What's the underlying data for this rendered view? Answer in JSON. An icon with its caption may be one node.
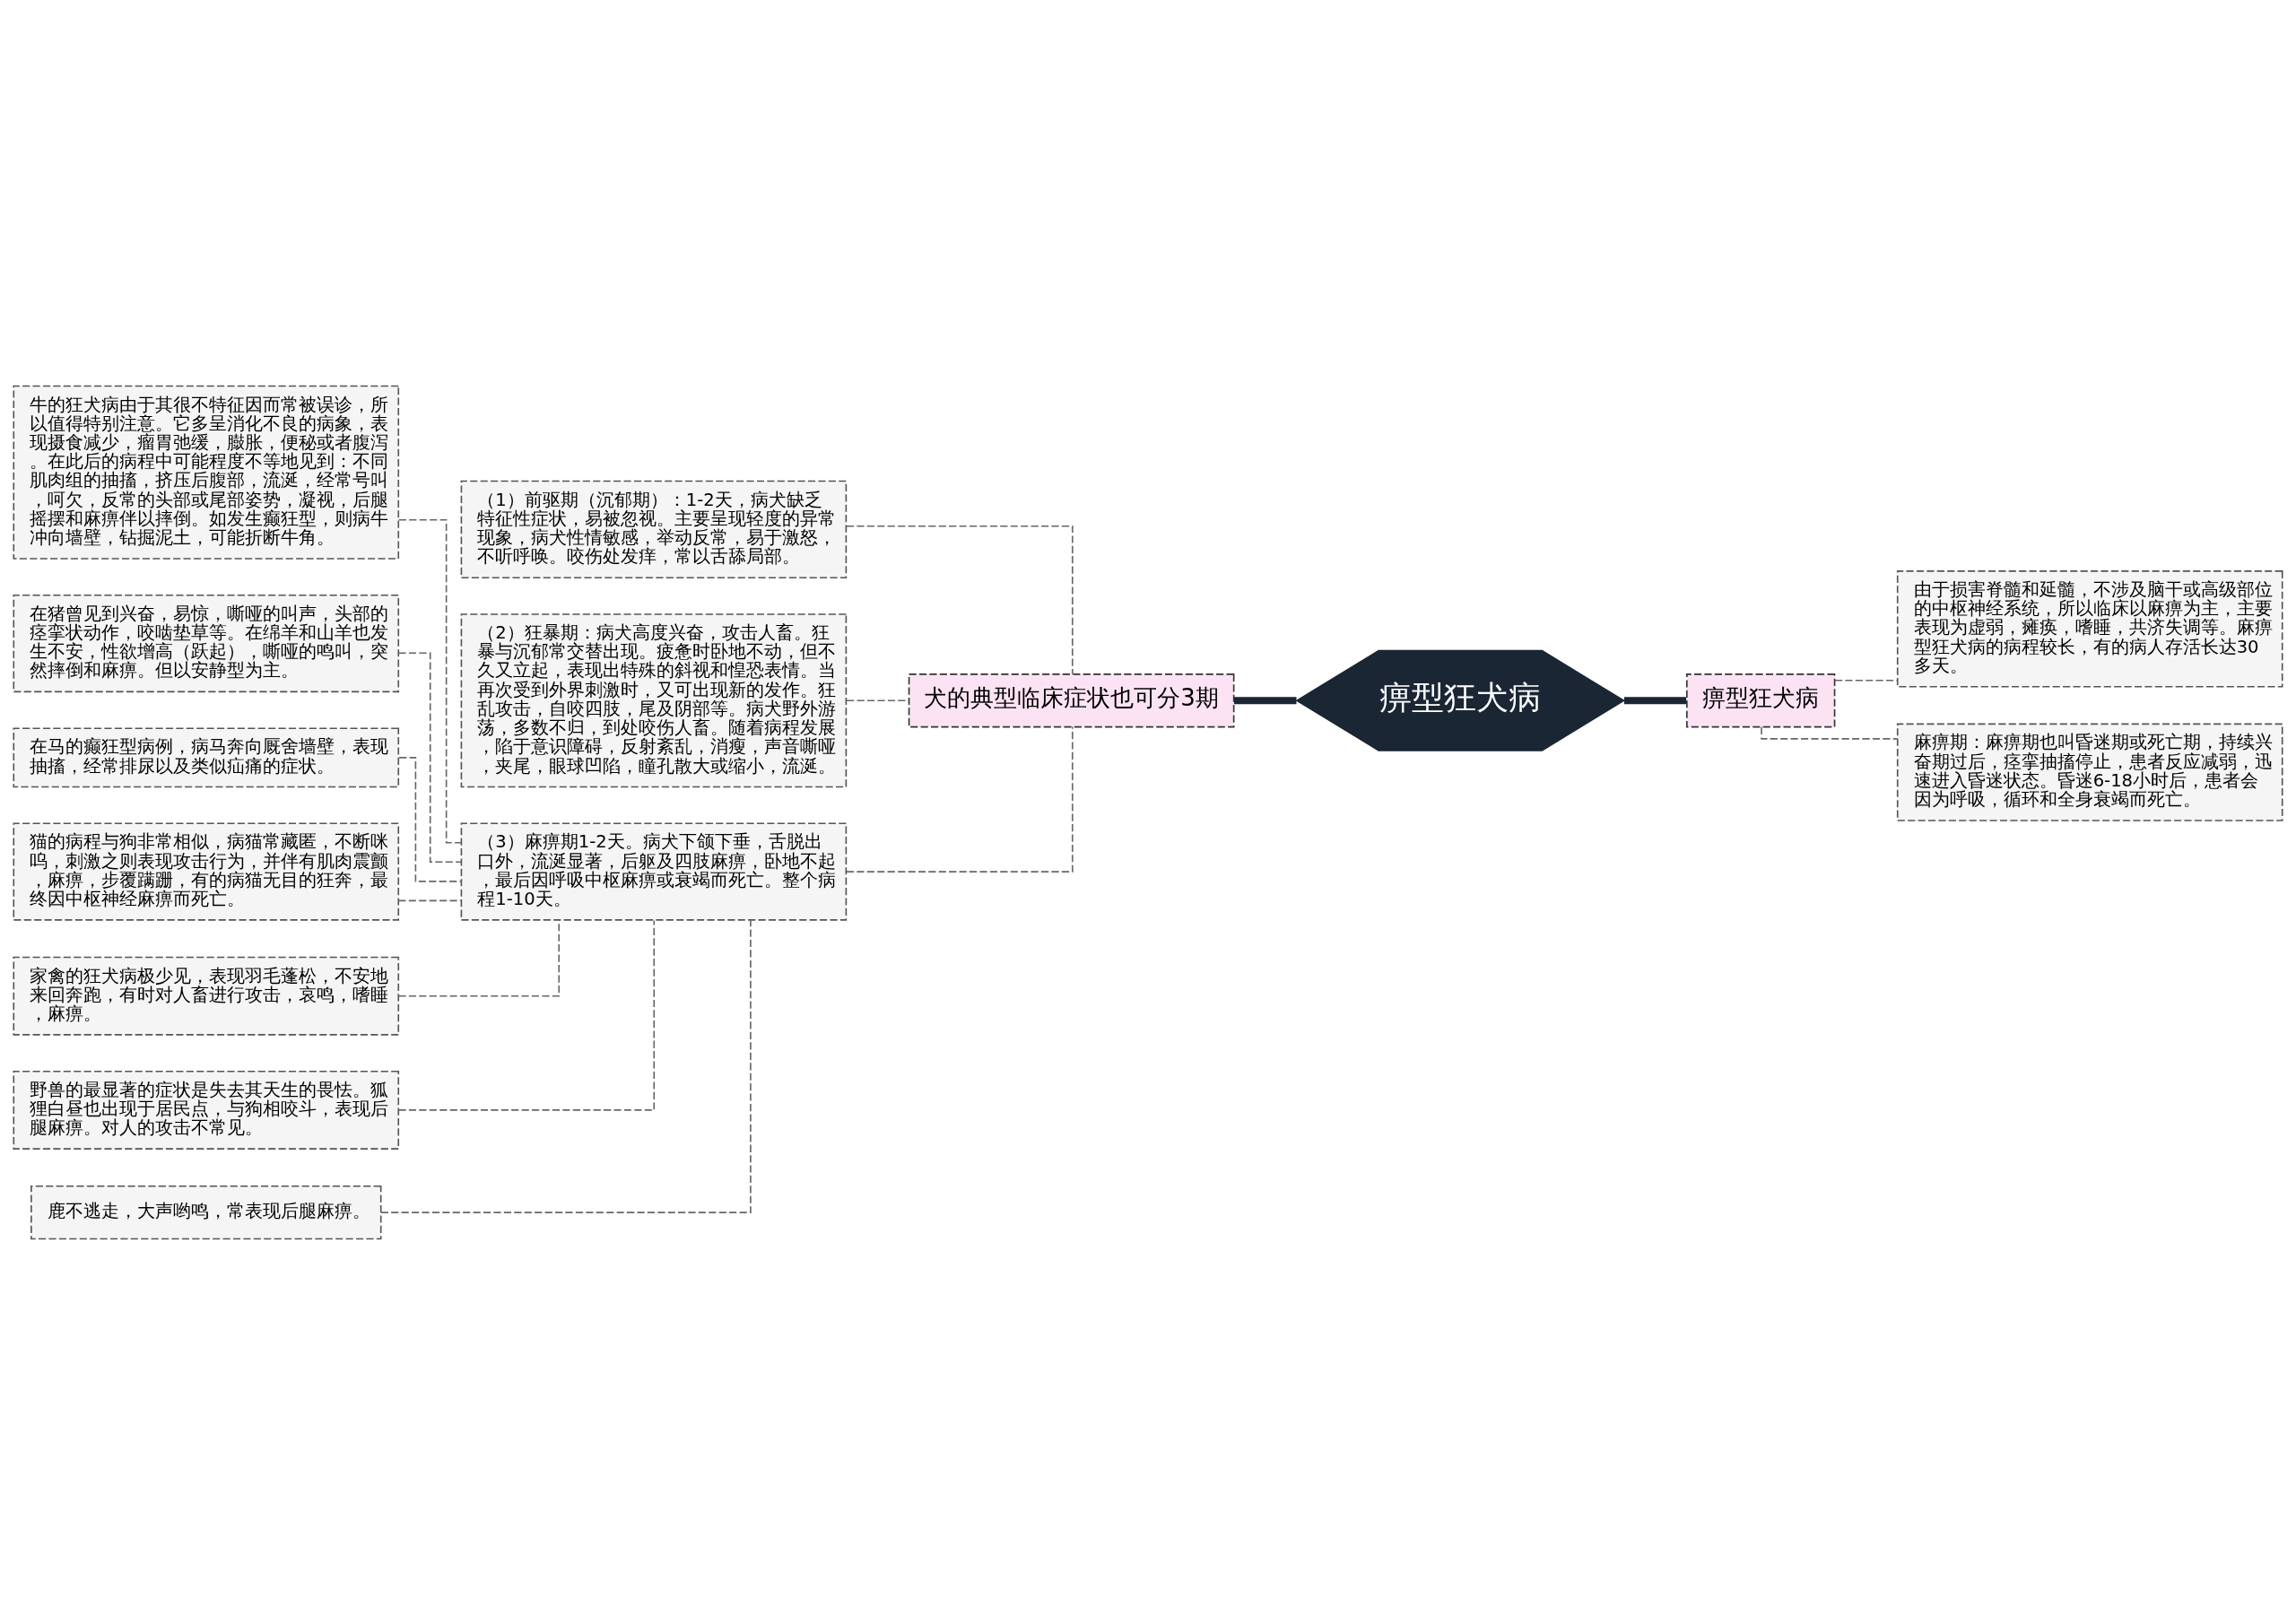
{
  "diagram": {
    "nodes": [
      {
        "text": [
          "痹型狂犬病"
        ]
      },
      {
        "text": [
          "犬的典型临床症状也可分3期"
        ]
      },
      {
        "text": [
          "（1）前驱期（沉郁期）：1-2天，病犬缺乏特征性症状，易被忽视。主要呈现轻度的异常现象，病犬性情敏感，举动反常，易于激怒，不听呼唤。咬伤处发痒，常以舌舔局部。"
        ]
      },
      {
        "text": [
          "（2）狂暴期：病犬高度兴奋，攻击人畜。狂暴与沉郁常交替出现。疲惫时卧地不动，但不久又立起，表现出特殊的斜视和惶恐表情。当再次受到外界刺激时，又可出现新的发作。狂乱攻击，自咬四肢，尾及阴部等。病犬野外游荡，多数不归，到处咬伤人畜。随着病程发展，陷于意识障碍，反射紊乱，消瘦，声音嘶哑，夹尾，眼球凹陷，瞳孔散大或缩小，流涎。"
        ]
      },
      {
        "text": [
          "（3）麻痹期1-2天。病犬下颌下垂，舌脱出口外，流涎显著，后躯及四肢麻痹，卧地不起，最后因呼吸中枢麻痹或衰竭而死亡。整个病程1-10天。"
        ]
      },
      {
        "text": [
          "牛的狂犬病由于其很不特征因而常被误诊，所以值得特别注意。它多呈消化不良的病象，表现摄食减少，瘤胃弛缓，臌胀，便秘或者腹泻。在此后的病程中可能程度不等地见到：不同肌肉组的抽搐，挤压后腹部，流涎，经常号叫，呵欠，反常的头部或尾部姿势，凝视，后腿摇摆和麻痹伴以摔倒。如发生癫狂型，则病牛冲向墙壁，钻掘泥土，可能折断牛角。"
        ]
      },
      {
        "text": [
          "在猪曾见到兴奋，易惊，嘶哑的叫声，头部的痉挛状动作，咬啮垫草等。在绵羊和山羊也发生不安，性欲增高（跃起），嘶哑的鸣叫，突然摔倒和麻痹。但以安静型为主。"
        ]
      },
      {
        "text": [
          "在马的癫狂型病例，病马奔向厩舍墙壁，表现抽搐，经常排尿以及类似疝痛的症状。"
        ]
      },
      {
        "text": [
          "猫的病程与狗非常相似，病猫常藏匿，不断咪呜，刺激之则表现攻击行为，并伴有肌肉震颤，麻痹，步覆蹒跚，有的病猫无目的狂奔，最终因中枢神经麻痹而死亡。"
        ]
      },
      {
        "text": [
          "家禽的狂犬病极少见，表现羽毛蓬松，不安地来回奔跑，有时对人畜进行攻击，哀鸣，嗜睡，麻痹。"
        ]
      },
      {
        "text": [
          "野兽的最显著的症状是失去其天生的畏怯。狐狸白昼也出现于居民点，与狗相咬斗，表现后腿麻痹。对人的攻击不常见。"
        ]
      },
      {
        "text": [
          "鹿不逃走，大声哟鸣，常表现后腿麻痹。"
        ]
      },
      {
        "text": [
          "痹型狂犬病"
        ]
      },
      {
        "text": [
          "由于损害脊髓和延髓，不涉及脑干或高级部位的中枢神经系统，所以临床以麻痹为主，主要表现为虚弱，瘫痪，嗜睡，共济失调等。麻痹型狂犬病的病程较长，有的病人存活长达30多天。"
        ]
      },
      {
        "text": [
          "麻痹期：麻痹期也叫昏迷期或死亡期，持续兴奋期过后，痉挛抽搐停止，患者反应减弱，迅速进入昏迷状态。昏迷6-18小时后，患者会因为呼吸，循环和全身衰竭而死亡。"
        ]
      }
    ],
    "edges": [
      {
        "from": 0,
        "to": 1,
        "arrow": "none",
        "style": "thick"
      },
      {
        "from": 1,
        "to": 2,
        "arrow": "none",
        "style": "dashed"
      },
      {
        "from": 1,
        "to": 3,
        "arrow": "none",
        "style": "dashed"
      },
      {
        "from": 1,
        "to": 4,
        "arrow": "none",
        "style": "dashed"
      },
      {
        "from": 4,
        "to": 5,
        "arrow": "none",
        "style": "dashed"
      },
      {
        "from": 4,
        "to": 6,
        "arrow": "none",
        "style": "dashed"
      },
      {
        "from": 4,
        "to": 7,
        "arrow": "none",
        "style": "dashed"
      },
      {
        "from": 4,
        "to": 8,
        "arrow": "none",
        "style": "dashed"
      },
      {
        "from": 4,
        "to": 9,
        "arrow": "none",
        "style": "dashed"
      },
      {
        "from": 4,
        "to": 10,
        "arrow": "none",
        "style": "dashed"
      },
      {
        "from": 4,
        "to": 11,
        "arrow": "none",
        "style": "dashed"
      },
      {
        "from": 0,
        "to": 12,
        "arrow": "none",
        "style": "thick"
      },
      {
        "from": 12,
        "to": 13,
        "arrow": "none",
        "style": "dashed"
      },
      {
        "from": 12,
        "to": 14,
        "arrow": "none",
        "style": "dashed"
      }
    ]
  }
}
